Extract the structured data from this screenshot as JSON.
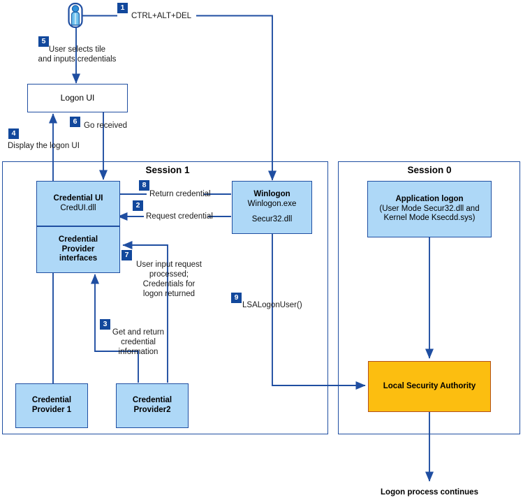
{
  "diagram": {
    "title": "Windows logon process flow",
    "colors": {
      "node_fill_blue": "#aed8f7",
      "node_fill_orange": "#fcbe10",
      "border_blue": "#1f4ea1",
      "border_orange": "#b4501a",
      "badge_blue": "#12489c",
      "arrow_blue": "#1f4ea1",
      "icon_blue": "#2f8fd8",
      "background": "#ffffff"
    },
    "containers": [
      {
        "name": "session-1",
        "title": "Session 1"
      },
      {
        "name": "session-0",
        "title": "Session 0"
      }
    ],
    "nodes": [
      {
        "name": "user-icon",
        "icon": "user-person-icon",
        "label": ""
      },
      {
        "name": "logon-ui",
        "title": "Logon UI",
        "subtitle": "",
        "style": "white"
      },
      {
        "name": "credential-ui",
        "title": "Credential UI",
        "subtitle": "CredUI.dll",
        "style": "blue"
      },
      {
        "name": "credential-provider-interfaces",
        "title": "Credential\nProvider\ninterfaces",
        "line1": "Credential",
        "line2": "Provider",
        "line3": "interfaces",
        "style": "blue"
      },
      {
        "name": "credential-provider-1",
        "line1": "Credential",
        "line2": "Provider 1",
        "style": "blue"
      },
      {
        "name": "credential-provider-2",
        "line1": "Credential",
        "line2": "Provider2",
        "style": "blue"
      },
      {
        "name": "winlogon",
        "title": "Winlogon",
        "subtitle": "Winlogon.exe",
        "extra": "Secur32.dll",
        "style": "blue"
      },
      {
        "name": "application-logon",
        "title": "Application logon",
        "subtitle": "(User Mode Secur32.dll and",
        "extra": "Kernel Mode Ksecdd.sys)",
        "style": "blue"
      },
      {
        "name": "local-security-authority",
        "title": "Local Security Authority",
        "style": "orange"
      }
    ],
    "steps": [
      {
        "number": "1",
        "label": "CTRL+ALT+DEL"
      },
      {
        "number": "2",
        "label": "Request credential"
      },
      {
        "number": "3",
        "label_line1": "Get and return",
        "label_line2": "credential",
        "label_line3": "information"
      },
      {
        "number": "4",
        "label": "Display the logon UI"
      },
      {
        "number": "5",
        "label_line1": "User selects tile",
        "label_line2": "and inputs credentials"
      },
      {
        "number": "6",
        "label": "Go received"
      },
      {
        "number": "7",
        "label_line1": "User input request",
        "label_line2": "processed;",
        "label_line3": "Credentials for",
        "label_line4": "logon returned"
      },
      {
        "number": "8",
        "label": "Return credential"
      },
      {
        "number": "9",
        "label": "LSALogonUser()"
      }
    ],
    "footer": {
      "note": "Logon process continues"
    }
  }
}
